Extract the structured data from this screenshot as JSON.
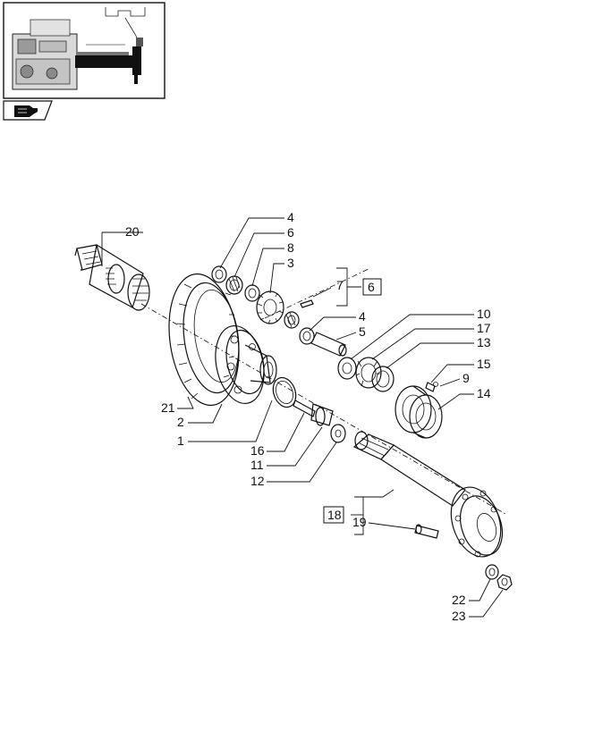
{
  "thumbnail": {
    "icon": "tractor-rear-axle-thumbnail"
  },
  "nav": {
    "icon": "book-arrow-icon"
  },
  "callouts": {
    "c1": "1",
    "c2": "2",
    "c3": "3",
    "c4a": "4",
    "c4b": "4",
    "c5": "5",
    "c6": "6",
    "c6box": "6",
    "c7": "7",
    "c8": "8",
    "c9": "9",
    "c10": "10",
    "c11": "11",
    "c12": "12",
    "c13": "13",
    "c14": "14",
    "c15": "15",
    "c16": "16",
    "c17": "17",
    "c18box": "18",
    "c19": "19",
    "c20": "20",
    "c21": "21",
    "c22": "22",
    "c23": "23"
  }
}
